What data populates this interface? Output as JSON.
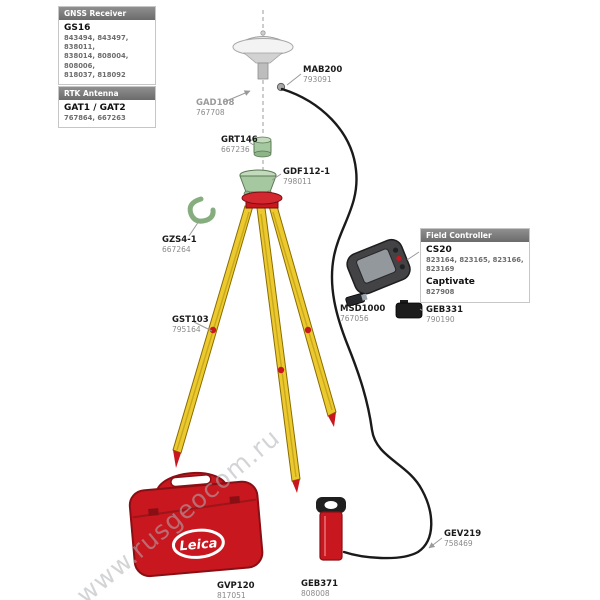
{
  "watermark": "www.rusgeocom.ru",
  "boxes": {
    "gnss": {
      "header": "GNSS Receiver",
      "model": "GS16",
      "lines": [
        "843494, 843497, 838011,",
        "838014, 808004, 808006,",
        "818037, 818092"
      ]
    },
    "rtk": {
      "header": "RTK Antenna",
      "model": "GAT1 / GAT2",
      "lines": [
        "767864, 667263"
      ]
    },
    "controller": {
      "header": "Field Controller",
      "model": "CS20",
      "lines": [
        "823164, 823165, 823166,",
        "823169"
      ],
      "model2": "Captivate",
      "lines2": [
        "827908"
      ]
    }
  },
  "parts": {
    "mab200": {
      "name": "MAB200",
      "number": "793091"
    },
    "gad108": {
      "name": "GAD108",
      "number": "767708"
    },
    "grt146": {
      "name": "GRT146",
      "number": "667236"
    },
    "gdf112": {
      "name": "GDF112-1",
      "number": "798011"
    },
    "gzs4": {
      "name": "GZS4-1",
      "number": "667264"
    },
    "gst103": {
      "name": "GST103",
      "number": "795164"
    },
    "msd1000": {
      "name": "MSD1000",
      "number": "767056"
    },
    "geb331": {
      "name": "GEB331",
      "number": "790190"
    },
    "gev219": {
      "name": "GEV219",
      "number": "758469"
    },
    "geb371": {
      "name": "GEB371",
      "number": "808008"
    },
    "gvp120": {
      "name": "GVP120",
      "number": "817051"
    },
    "case_logo": "Leica"
  },
  "colors": {
    "red": "#c8171e",
    "yellow": "#ecc92e",
    "green": "#a6c8a0",
    "cable": "#1a1a1a",
    "header_gray": "#6b6b6b"
  }
}
